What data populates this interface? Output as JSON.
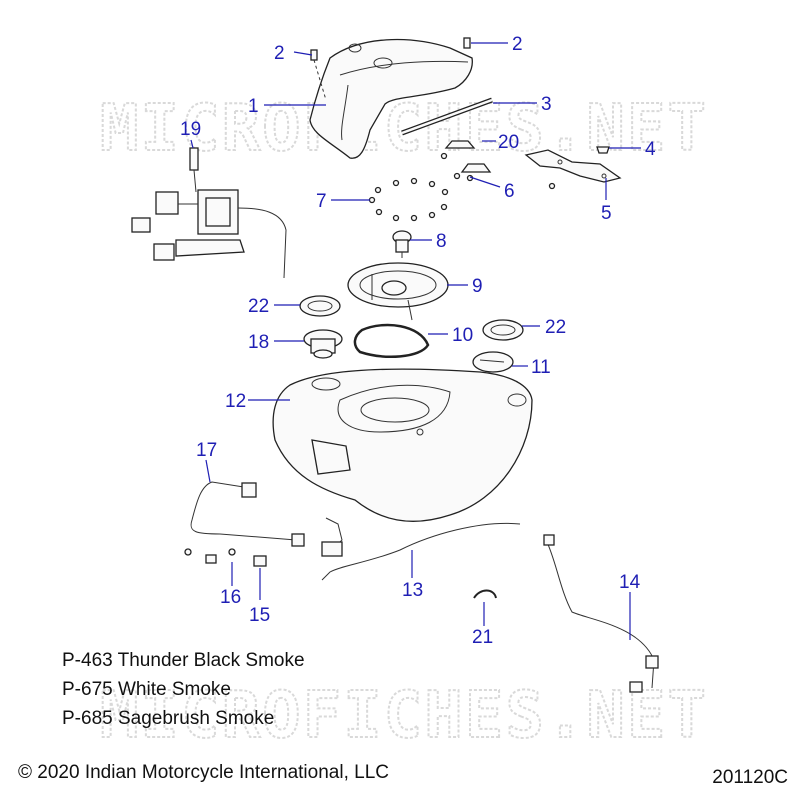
{
  "watermark": "MICROFICHES.NET",
  "callouts": [
    {
      "id": "c1",
      "label": "1"
    },
    {
      "id": "c2a",
      "label": "2"
    },
    {
      "id": "c2b",
      "label": "2"
    },
    {
      "id": "c3",
      "label": "3"
    },
    {
      "id": "c4",
      "label": "4"
    },
    {
      "id": "c5",
      "label": "5"
    },
    {
      "id": "c6",
      "label": "6"
    },
    {
      "id": "c7",
      "label": "7"
    },
    {
      "id": "c8",
      "label": "8"
    },
    {
      "id": "c9",
      "label": "9"
    },
    {
      "id": "c10",
      "label": "10"
    },
    {
      "id": "c11",
      "label": "11"
    },
    {
      "id": "c12",
      "label": "12"
    },
    {
      "id": "c13",
      "label": "13"
    },
    {
      "id": "c14",
      "label": "14"
    },
    {
      "id": "c15",
      "label": "15"
    },
    {
      "id": "c16",
      "label": "16"
    },
    {
      "id": "c17",
      "label": "17"
    },
    {
      "id": "c18",
      "label": "18"
    },
    {
      "id": "c19",
      "label": "19"
    },
    {
      "id": "c20",
      "label": "20"
    },
    {
      "id": "c21",
      "label": "21"
    },
    {
      "id": "c22a",
      "label": "22"
    },
    {
      "id": "c22b",
      "label": "22"
    }
  ],
  "paint_codes": [
    "P-463 Thunder Black Smoke",
    "P-675 White Smoke",
    "P-685 Sagebrush Smoke"
  ],
  "copyright": "© 2020 Indian Motorcycle International, LLC",
  "figure_id": "201120C",
  "colors": {
    "callout": "#1f1fb4",
    "line": "#222222",
    "watermark": "#d9d9d9"
  }
}
